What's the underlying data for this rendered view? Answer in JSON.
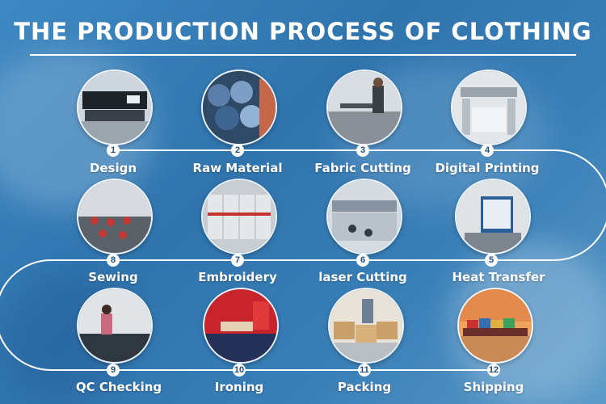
{
  "title": "THE PRODUCTION PROCESS OF CLOTHING",
  "colors": {
    "background": "#3478b2",
    "path_line": "#ffffff",
    "title_text": "#ffffff"
  },
  "steps": [
    {
      "number": "1",
      "label": "Design",
      "image": "design-plotter-photo"
    },
    {
      "number": "2",
      "label": "Raw Material",
      "image": "fabric-rolls-photo"
    },
    {
      "number": "3",
      "label": "Fabric Cutting",
      "image": "cutting-table-photo"
    },
    {
      "number": "4",
      "label": "Digital Printing",
      "image": "printing-machine-photo"
    },
    {
      "number": "5",
      "label": "Heat Transfer",
      "image": "heat-press-photo"
    },
    {
      "number": "6",
      "label": "laser Cutting",
      "image": "laser-cutter-photo"
    },
    {
      "number": "7",
      "label": "Embroidery",
      "image": "embroidery-machine-photo"
    },
    {
      "number": "8",
      "label": "Sewing",
      "image": "sewing-floor-photo"
    },
    {
      "number": "9",
      "label": "QC Checking",
      "image": "qc-inspection-photo"
    },
    {
      "number": "10",
      "label": "Ironing",
      "image": "ironing-photo"
    },
    {
      "number": "11",
      "label": "Packing",
      "image": "packing-boxes-photo"
    },
    {
      "number": "12",
      "label": "Shipping",
      "image": "cargo-ship-photo"
    }
  ]
}
